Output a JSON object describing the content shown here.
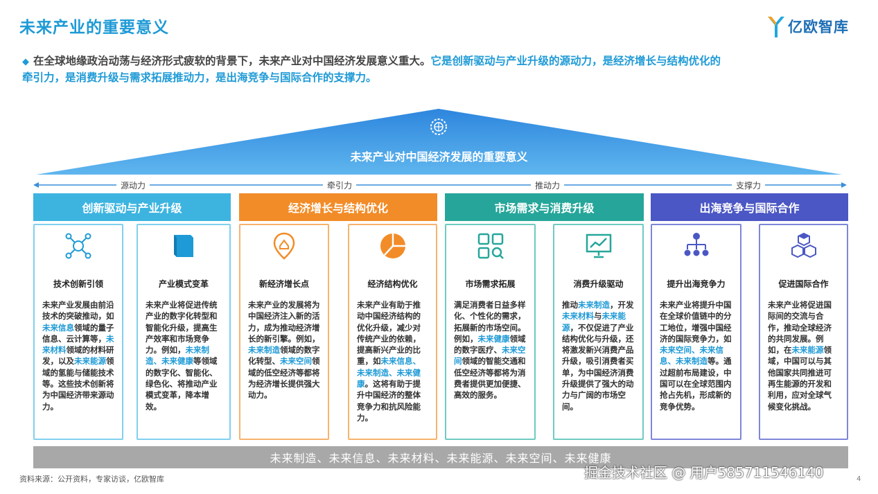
{
  "title": "未来产业的重要意义",
  "logo_text": "亿欧智库",
  "intro": {
    "plain": "在全球地缘政治动荡与经济形式疲软的背景下，未来产业对中国经济发展意义重大。",
    "highlight": "它是创新驱动与产业升级的源动力，是经济增长与结构优化的",
    "plain2": "牵引力，是消费升级与需求拓展推动力，是出海竞争与国际合作的支撑力。"
  },
  "roof_title": "未来产业对中国经济发展的重要意义",
  "axis_labels": [
    "源动力",
    "牵引力",
    "推动力",
    "支撑力"
  ],
  "categories": [
    {
      "label": "创新驱动与产业升级",
      "color": "#3db4e0"
    },
    {
      "label": "经济增长与结构优化",
      "color": "#f28c28"
    },
    {
      "label": "市场需求与消费升级",
      "color": "#26a69a"
    },
    {
      "label": "出海竞争与国际合作",
      "color": "#4b57c4"
    }
  ],
  "cards": [
    {
      "title": "技术创新引领",
      "icon": "innovation-network-icon",
      "parts": [
        {
          "t": "未来产业发展由前沿技术的突破推动，如",
          "h": false
        },
        {
          "t": "未来信息",
          "h": true
        },
        {
          "t": "领域的量子信息、云计算等，",
          "h": false
        },
        {
          "t": "未来材料",
          "h": true
        },
        {
          "t": "领域的材料研发，以及",
          "h": false
        },
        {
          "t": "未来能源",
          "h": true
        },
        {
          "t": "领域的氢能与储能技术等。这些技术创新将为中国经济带来源动力。",
          "h": false
        }
      ]
    },
    {
      "title": "产业模式变革",
      "icon": "book-icon",
      "parts": [
        {
          "t": "未来产业将促进传统产业的数字化转型和智能化升级，提高生产效率和市场竞争力。例如，",
          "h": false
        },
        {
          "t": "未来制造、未来健康",
          "h": true
        },
        {
          "t": "等领域的数字化、智能化、绿色化、将推动产业模式变革，降本增效。",
          "h": false
        }
      ]
    },
    {
      "title": "新经济增长点",
      "icon": "location-pin-icon",
      "parts": [
        {
          "t": "未来产业的发展将为中国经济注入新的活力，成为推动经济增长的新引擎。例如，",
          "h": false
        },
        {
          "t": "未来制造",
          "h": true
        },
        {
          "t": "领域的数字化转型、",
          "h": false
        },
        {
          "t": "未来空间",
          "h": true
        },
        {
          "t": "领域的低空经济等都将为经济增长提供强大动力。",
          "h": false
        }
      ]
    },
    {
      "title": "经济结构优化",
      "icon": "pie-chart-icon",
      "parts": [
        {
          "t": "未来产业有助于推动中国经济结构的优化升级，减少对传统产业的依赖，提高新兴产业的比重，如",
          "h": false
        },
        {
          "t": "未来信息、未来制造、未来健康",
          "h": true
        },
        {
          "t": "。这将有助于提升中国经济的整体竞争力和抗风险能力。",
          "h": false
        }
      ]
    },
    {
      "title": "市场需求拓展",
      "icon": "grid-search-icon",
      "parts": [
        {
          "t": "满足消费者日益多样化、个性化的需求，拓展新的市场空间。例如，",
          "h": false
        },
        {
          "t": "未来健康",
          "h": true
        },
        {
          "t": "领域的数字医疗、",
          "h": false
        },
        {
          "t": "未来空间",
          "h": true
        },
        {
          "t": "领域的智能交通和低空经济等都将为消费者提供更加便捷、高效的服务。",
          "h": false
        }
      ]
    },
    {
      "title": "消费升级驱动",
      "icon": "presentation-chart-icon",
      "parts": [
        {
          "t": "推动",
          "h": false
        },
        {
          "t": "未来制造",
          "h": true
        },
        {
          "t": "，开发",
          "h": false
        },
        {
          "t": "未来材料",
          "h": true
        },
        {
          "t": "与",
          "h": false
        },
        {
          "t": "未来能源",
          "h": true
        },
        {
          "t": "，不仅促进了产业结构优化与升级，还将激发新兴消费产品升级，吸引消费者买单，为中国经济消费升级提供了强大的动力与广阔的市场空间。",
          "h": false
        }
      ]
    },
    {
      "title": "提升出海竞争力",
      "icon": "org-chart-icon",
      "parts": [
        {
          "t": "未来产业将提升中国在全球价值链中的分工地位，增强中国经济的国际竞争力，如",
          "h": false
        },
        {
          "t": "未来空间、未来信息、未来制造",
          "h": true
        },
        {
          "t": "等。通过超前布局建设，中国可以在全球范围内抢占先机，形成新的竞争优势。",
          "h": false
        }
      ]
    },
    {
      "title": "促进国际合作",
      "icon": "cubes-icon",
      "parts": [
        {
          "t": "未来产业将促进国际间的交流与合作，推动全球经济的共同发展。例如，在",
          "h": false
        },
        {
          "t": "未来能源",
          "h": true
        },
        {
          "t": "领域，中国可以与其他国家共同推进可再生能源的开发和利用，应对全球气候变化挑战。",
          "h": false
        }
      ]
    }
  ],
  "footer_bar": "未来制造、未来信息、未来材料、未来能源、未来空间、未来健康",
  "source": "资料来源：公开资料，专家访谈，亿欧智库",
  "watermark": "掘金技术社区 @ 用户585711546140",
  "page_number": "4"
}
